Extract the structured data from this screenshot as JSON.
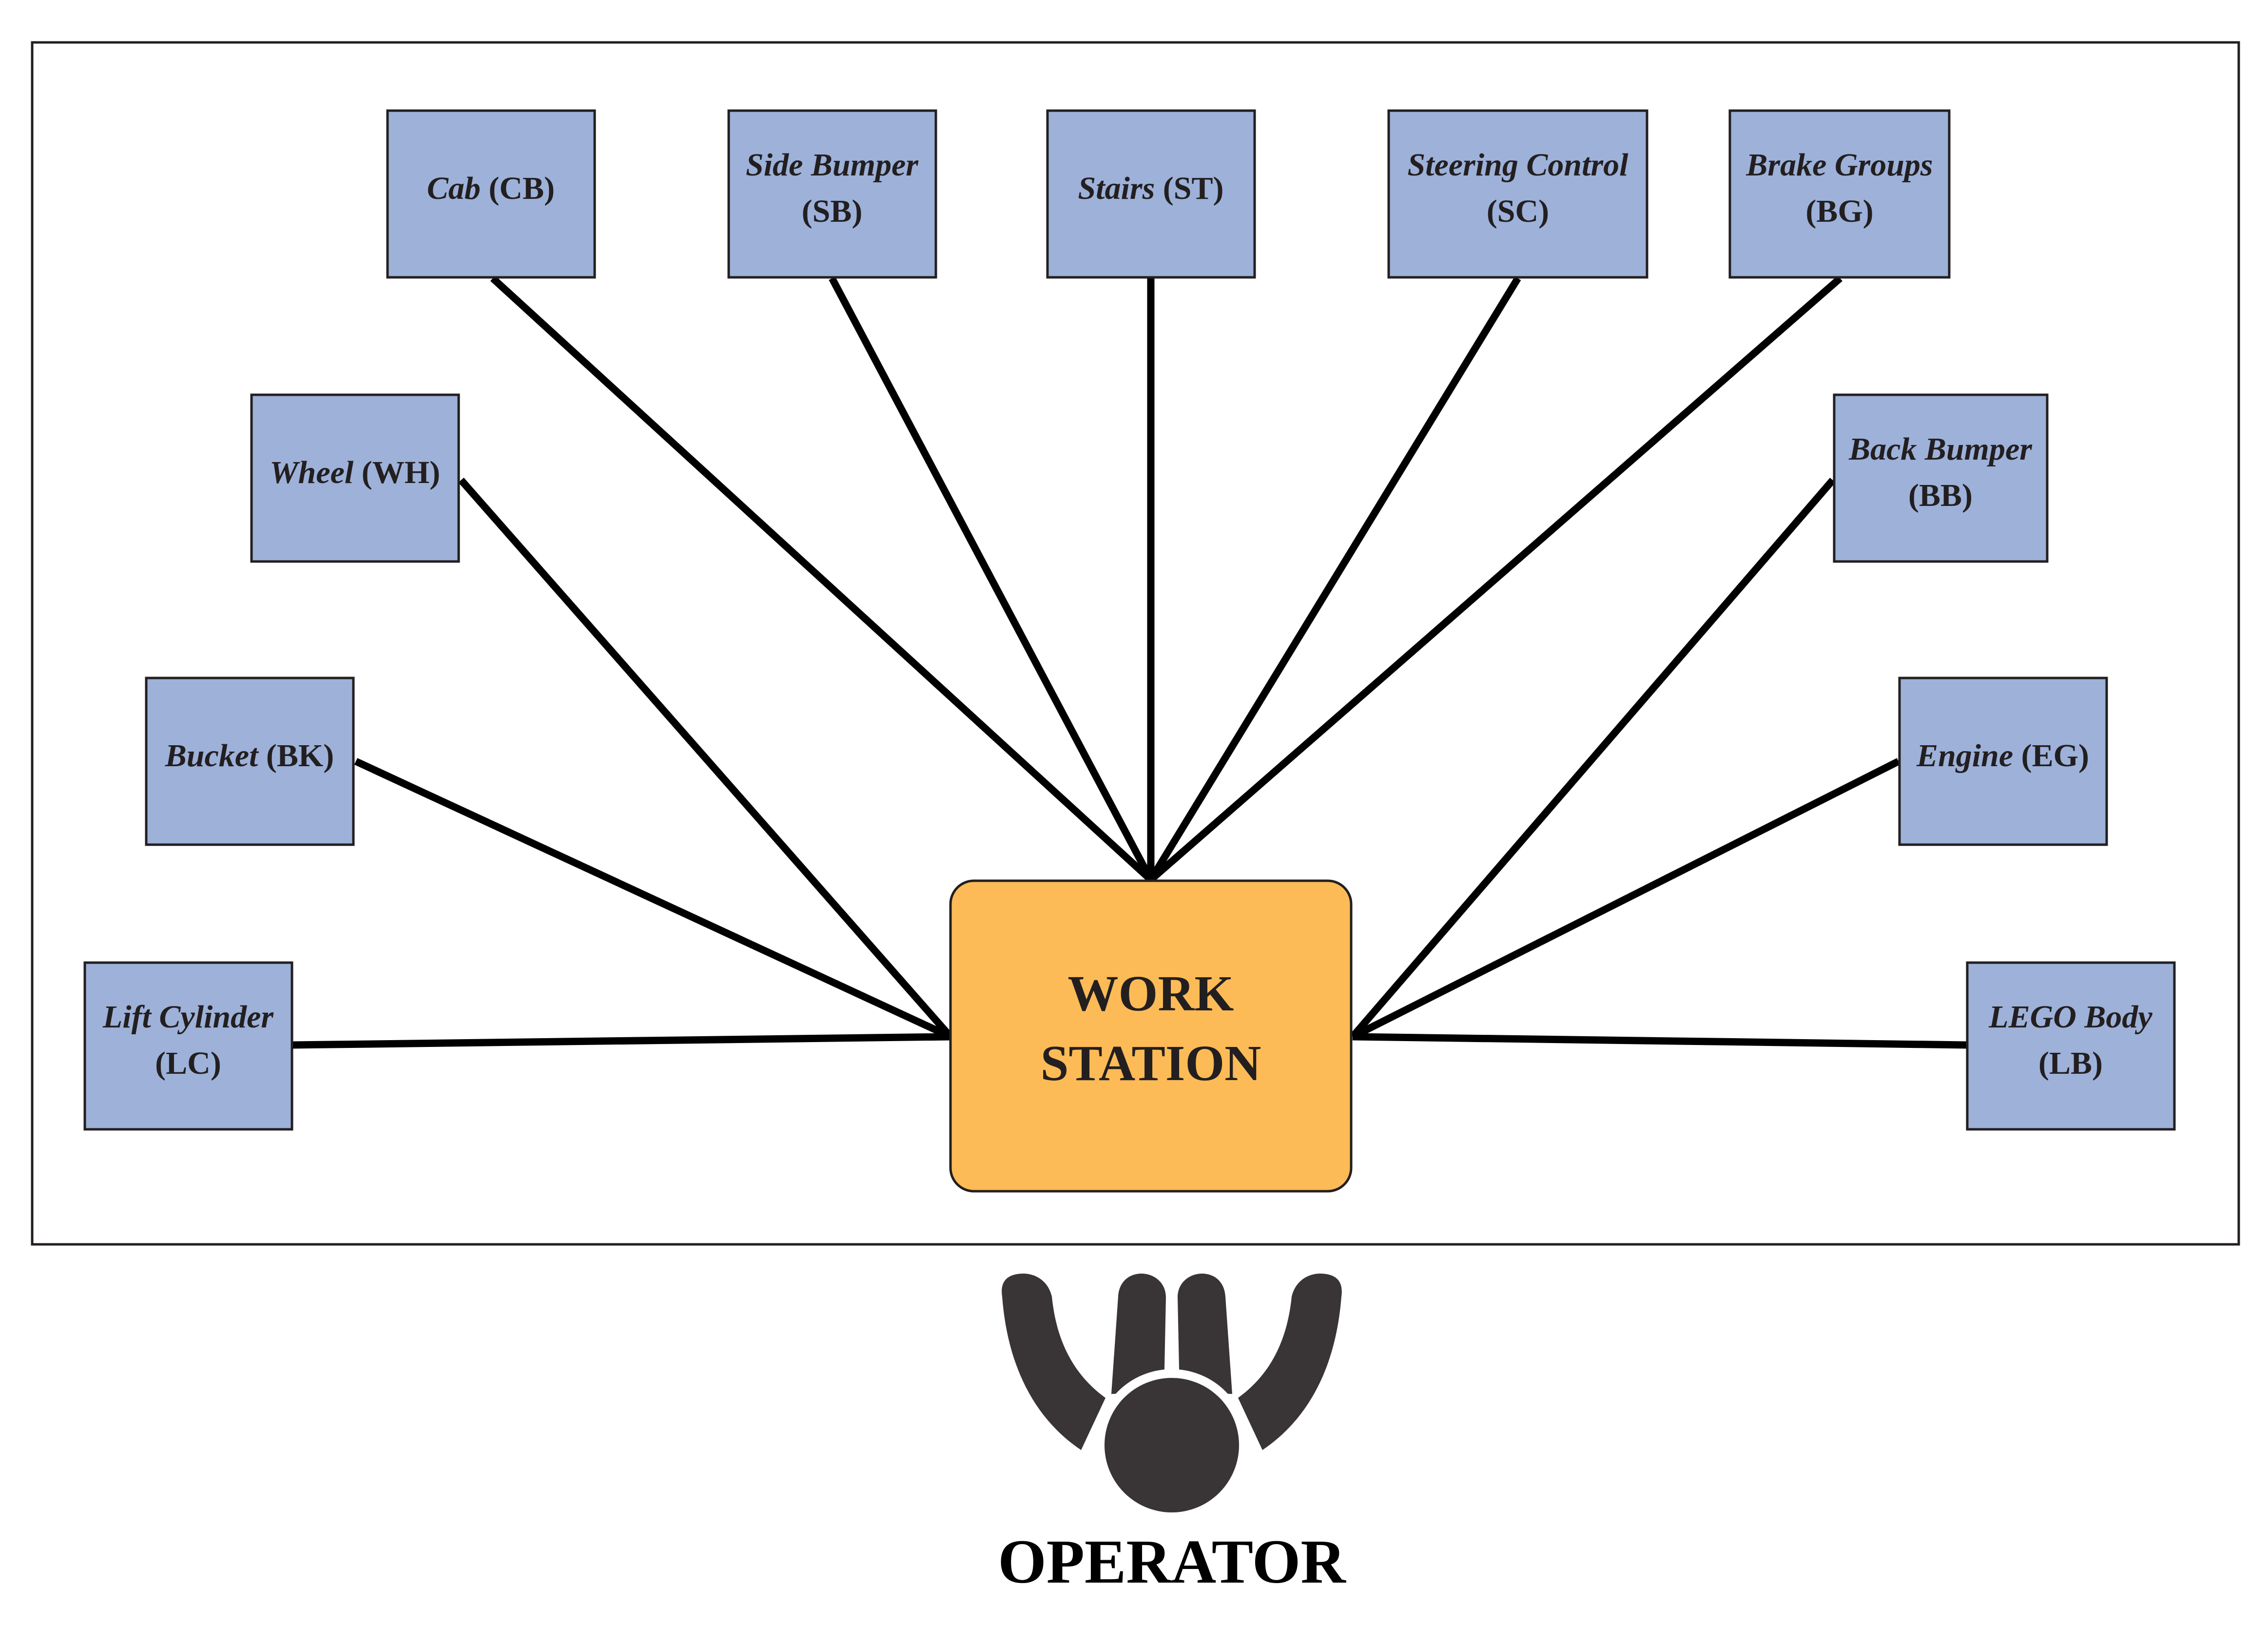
{
  "workstation": {
    "line1": "WORK",
    "line2": "STATION"
  },
  "operator": {
    "label": "OPERATOR",
    "icon": "operator-person-icon"
  },
  "components": [
    {
      "name": "Cab",
      "code": "(CB)"
    },
    {
      "name": "Side Bumper",
      "code": "(SB)"
    },
    {
      "name": "Stairs",
      "code": "(ST)"
    },
    {
      "name": "Steering Control",
      "code": "(SC)"
    },
    {
      "name": "Brake Groups",
      "code": "(BG)"
    },
    {
      "name": "Wheel",
      "code": "(WH)"
    },
    {
      "name": "Back Bumper",
      "code": "(BB)"
    },
    {
      "name": "Bucket",
      "code": "(BK)"
    },
    {
      "name": "Engine",
      "code": "(EG)"
    },
    {
      "name": "Lift Cylinder",
      "code": "(LC)"
    },
    {
      "name": "LEGO Body",
      "code": "(LB)"
    }
  ],
  "colors": {
    "component_fill": "#9db1d9",
    "workstation_fill": "#fcbb56",
    "stroke": "#231f20",
    "operator_icon": "#393536"
  }
}
